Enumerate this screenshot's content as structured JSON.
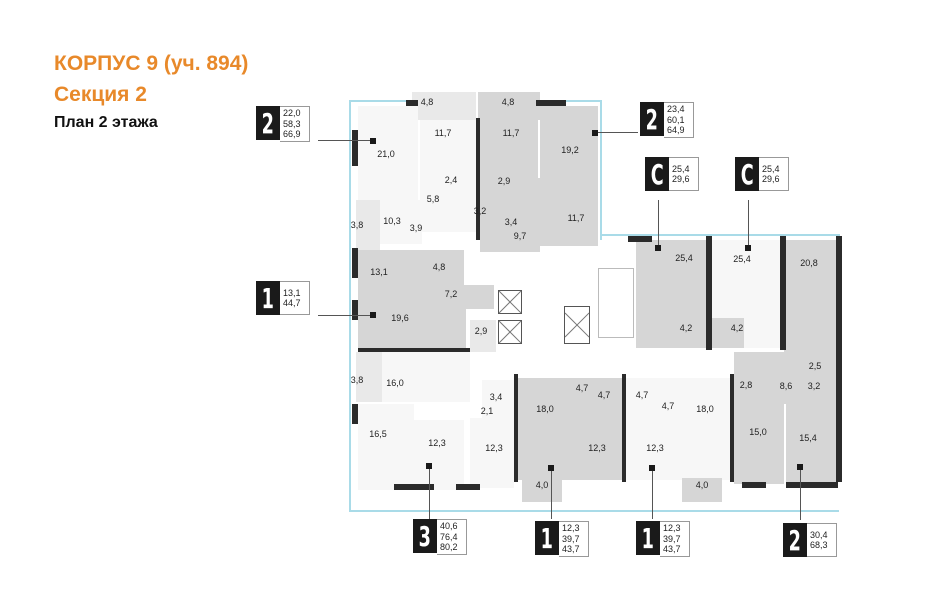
{
  "header": {
    "building": "КОРПУС 9 (уч. 894)",
    "section": "Секция 2",
    "plan": "План 2 этажа"
  },
  "colors": {
    "title_orange": "#e8892a",
    "wall": "#2b2b2b",
    "glass": "#a9dbe8",
    "room_dark": "#d6d6d6",
    "room_light": "#f7f7f7",
    "badge_bg": "#1a1a1a"
  },
  "apartments": [
    {
      "id": "apt-top-left",
      "type": "2",
      "areas": [
        "22,0",
        "58,3",
        "66,9"
      ]
    },
    {
      "id": "apt-top-right",
      "type": "2",
      "areas": [
        "23,4",
        "60,1",
        "64,9"
      ]
    },
    {
      "id": "apt-studio-1",
      "type": "С",
      "areas": [
        "25,4",
        "29,6"
      ]
    },
    {
      "id": "apt-studio-2",
      "type": "С",
      "areas": [
        "25,4",
        "29,6"
      ]
    },
    {
      "id": "apt-left-mid",
      "type": "1",
      "areas": [
        "13,1",
        "44,7"
      ]
    },
    {
      "id": "apt-bottom-left",
      "type": "3",
      "areas": [
        "40,6",
        "76,4",
        "80,2"
      ]
    },
    {
      "id": "apt-bottom-mid-1",
      "type": "1",
      "areas": [
        "12,3",
        "39,7",
        "43,7"
      ]
    },
    {
      "id": "apt-bottom-mid-2",
      "type": "1",
      "areas": [
        "12,3",
        "39,7",
        "43,7"
      ]
    },
    {
      "id": "apt-bottom-right",
      "type": "2",
      "areas": [
        "30,4",
        "68,3"
      ]
    }
  ],
  "rooms": [
    "4,8",
    "4,8",
    "11,7",
    "11,7",
    "21,0",
    "19,2",
    "2,4",
    "2,9",
    "5,8",
    "3,2",
    "3,4",
    "9,7",
    "3,8",
    "10,3",
    "3,9",
    "11,7",
    "13,1",
    "4,8",
    "7,2",
    "19,6",
    "2,9",
    "25,4",
    "25,4",
    "20,8",
    "4,2",
    "4,2",
    "3,8",
    "16,0",
    "3,4",
    "2,1",
    "16,5",
    "12,3",
    "12,3",
    "4,7",
    "4,7",
    "4,7",
    "4,7",
    "18,0",
    "18,0",
    "12,3",
    "12,3",
    "4,0",
    "4,0",
    "2,5",
    "2,8",
    "8,6",
    "3,2",
    "15,0",
    "15,4"
  ]
}
